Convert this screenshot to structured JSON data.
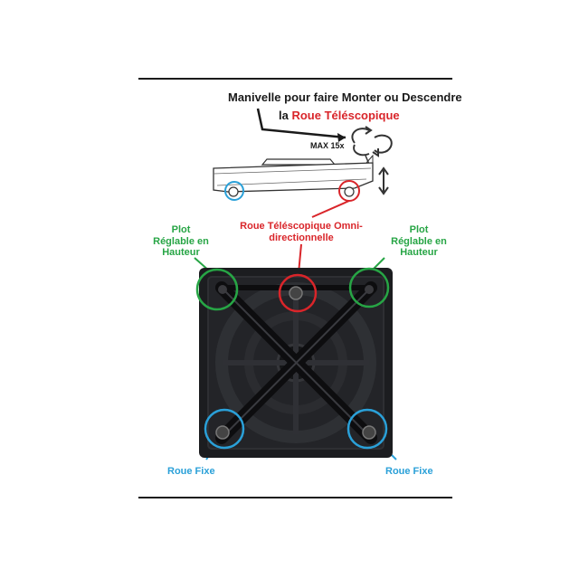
{
  "colors": {
    "red": "#d9252a",
    "green": "#27a545",
    "blue": "#2aa0d8",
    "dark": "#1a1a1a"
  },
  "header": {
    "line1": "Manivelle pour faire Monter ou Descendre",
    "line2_prefix": "la ",
    "line2_highlight": "Roue Téléscopique"
  },
  "side_view": {
    "max_label": "MAX 15x"
  },
  "labels": {
    "telescopic": [
      "Roue Téléscopique Omni-",
      "directionnelle"
    ],
    "plot_left": [
      "Plot",
      "Réglable en",
      "Hauteur"
    ],
    "plot_right": [
      "Plot",
      "Réglable en",
      "Hauteur"
    ],
    "fixed_left": "Roue Fixe",
    "fixed_right": "Roue Fixe"
  },
  "icons": [
    "crank-arrow-icon",
    "rotate-arrows-icon",
    "up-down-arrow-icon"
  ]
}
